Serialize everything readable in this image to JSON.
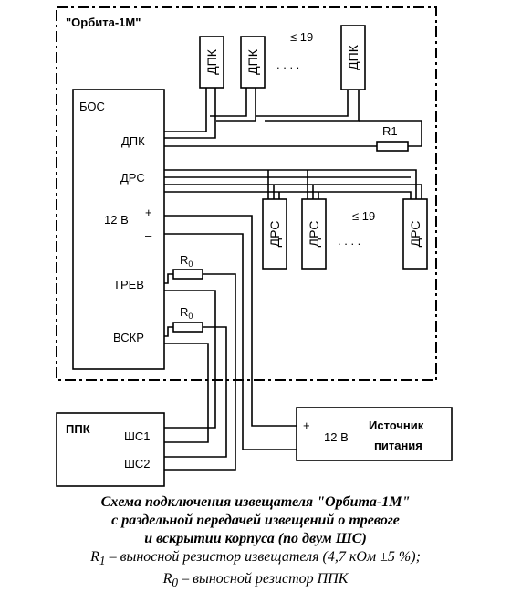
{
  "diagram": {
    "device_title": "\"Орбита-1М\"",
    "bos_label": "БОС",
    "bos_pins": {
      "dpk": "ДПК",
      "drs": "ДРС",
      "v12": "12 В",
      "plus": "+",
      "minus": "–",
      "trev": "ТРЕВ",
      "vskr": "ВСКР"
    },
    "dpk_sensor_label": "ДПК",
    "drs_sensor_label": "ДРС",
    "dpk_count": "≤ 19",
    "drs_count": "≤ 19",
    "dots": ". . . .",
    "r1_label": "R1",
    "r0_label": "R",
    "r0_sub": "0",
    "ppk": {
      "title": "ППК",
      "sh1": "ШС1",
      "sh2": "ШС2"
    },
    "power": {
      "plus": "+",
      "minus": "–",
      "voltage": "12 В",
      "title_line1": "Источник",
      "title_line2": "питания"
    }
  },
  "caption": {
    "line1": "Схема подключения извещателя \"Орбита-1М\"",
    "line2": "с раздельной передачей извещений о тревоге",
    "line3": "и вскрытии корпуса (по двум ШС)",
    "note1_sym": "R",
    "note1_sub": "1",
    "note1_text": " – выносной резистор извещателя (4,7 кОм ±5 %);",
    "note2_sym": "R",
    "note2_sub": "0",
    "note2_text": " – выносной резистор ППК"
  }
}
